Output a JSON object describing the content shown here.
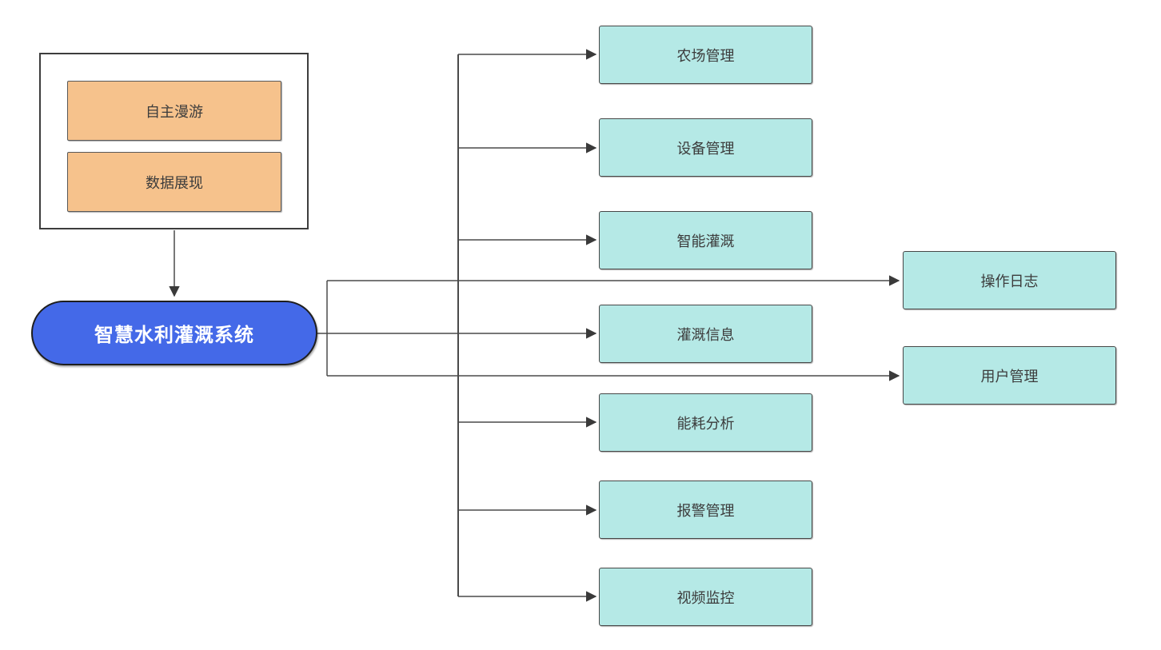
{
  "nodes": {
    "root": {
      "label": "智慧水利灌溉系统"
    },
    "panel_items": [
      {
        "label": "自主漫游"
      },
      {
        "label": "数据展现"
      }
    ],
    "modules": [
      {
        "label": "农场管理"
      },
      {
        "label": "设备管理"
      },
      {
        "label": "智能灌溉"
      },
      {
        "label": "灌溉信息"
      },
      {
        "label": "能耗分析"
      },
      {
        "label": "报警管理"
      },
      {
        "label": "视频监控"
      }
    ],
    "side_modules": [
      {
        "label": "操作日志"
      },
      {
        "label": "用户管理"
      }
    ]
  },
  "colors": {
    "background": "#ffffff",
    "root_fill": "#4469e8",
    "root_text": "#ffffff",
    "panel_item_fill": "#f6c28c",
    "module_fill": "#b5e9e6",
    "node_border": "#474747",
    "connector": "#4a4a4a",
    "label_text": "#3c3c3c"
  }
}
